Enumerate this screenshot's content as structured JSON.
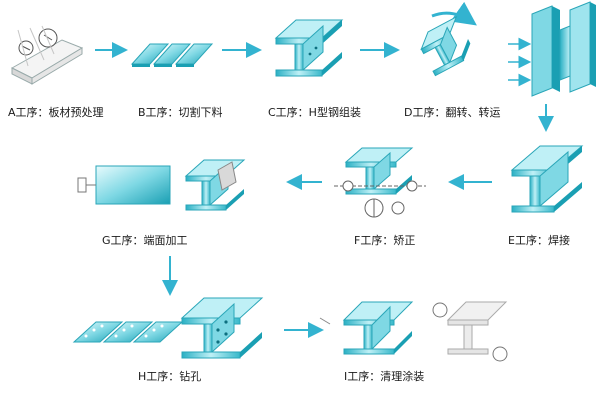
{
  "steps": {
    "A": "A工序：板材预处理",
    "B": "B工序：切割下料",
    "C": "C工序：H型钢组装",
    "D": "D工序：翻转、转运",
    "E": "E工序：焊接",
    "F": "F工序：矫正",
    "G": "G工序：端面加工",
    "H": "H工序：钻孔",
    "I": "I工序：清理涂装"
  },
  "colors": {
    "steel_light": "#bfeff5",
    "steel_mid": "#5cc9d8",
    "steel_dark": "#1a9fb3",
    "arrow": "#33b3d0"
  }
}
